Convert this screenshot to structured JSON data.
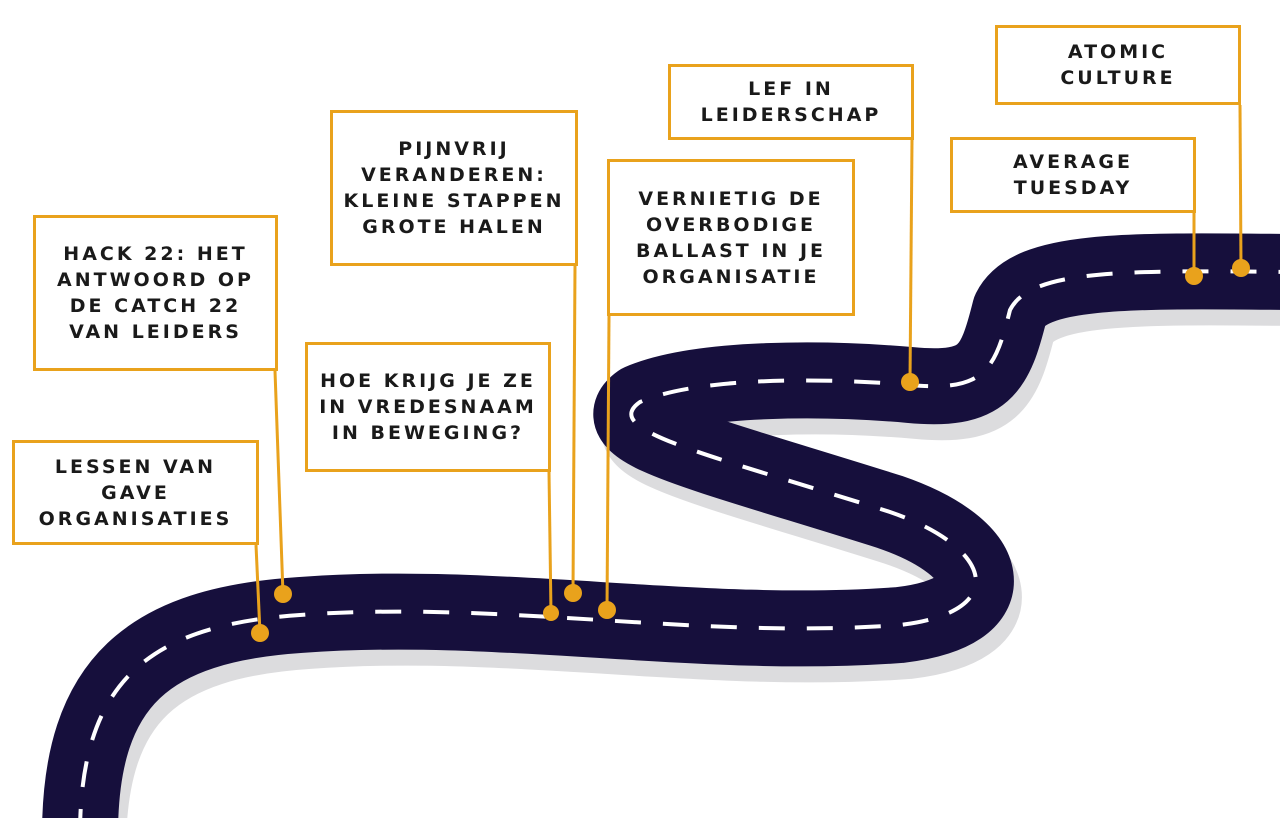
{
  "colors": {
    "road": "#160f3c",
    "road_shadow": "#dcdcde",
    "lane_marking": "#ffffff",
    "accent": "#e9a21c",
    "text": "#1a1a1a"
  },
  "milestones": [
    {
      "id": "lessen",
      "label": "LESSEN VAN\nGAVE\nORGANISATIES"
    },
    {
      "id": "hack",
      "label": "HACK 22: HET\nANTWOORD OP\nDE CATCH 22\nVAN LEIDERS"
    },
    {
      "id": "hoe",
      "label": "HOE KRIJG JE ZE\nIN VREDESNAAM\nIN BEWEGING?"
    },
    {
      "id": "pijnvrij",
      "label": "PIJNVRIJ\nVERANDEREN:\nKLEINE STAPPEN\nGROTE HALEN"
    },
    {
      "id": "vernietig",
      "label": "VERNIETIG DE\nOVERBODIGE\nBALLAST IN JE\nORGANISATIE"
    },
    {
      "id": "lef",
      "label": "LEF IN\nLEIDERSCHAP"
    },
    {
      "id": "average",
      "label": "AVERAGE\nTUESDAY"
    },
    {
      "id": "atomic",
      "label": "ATOMIC\nCULTURE"
    }
  ]
}
